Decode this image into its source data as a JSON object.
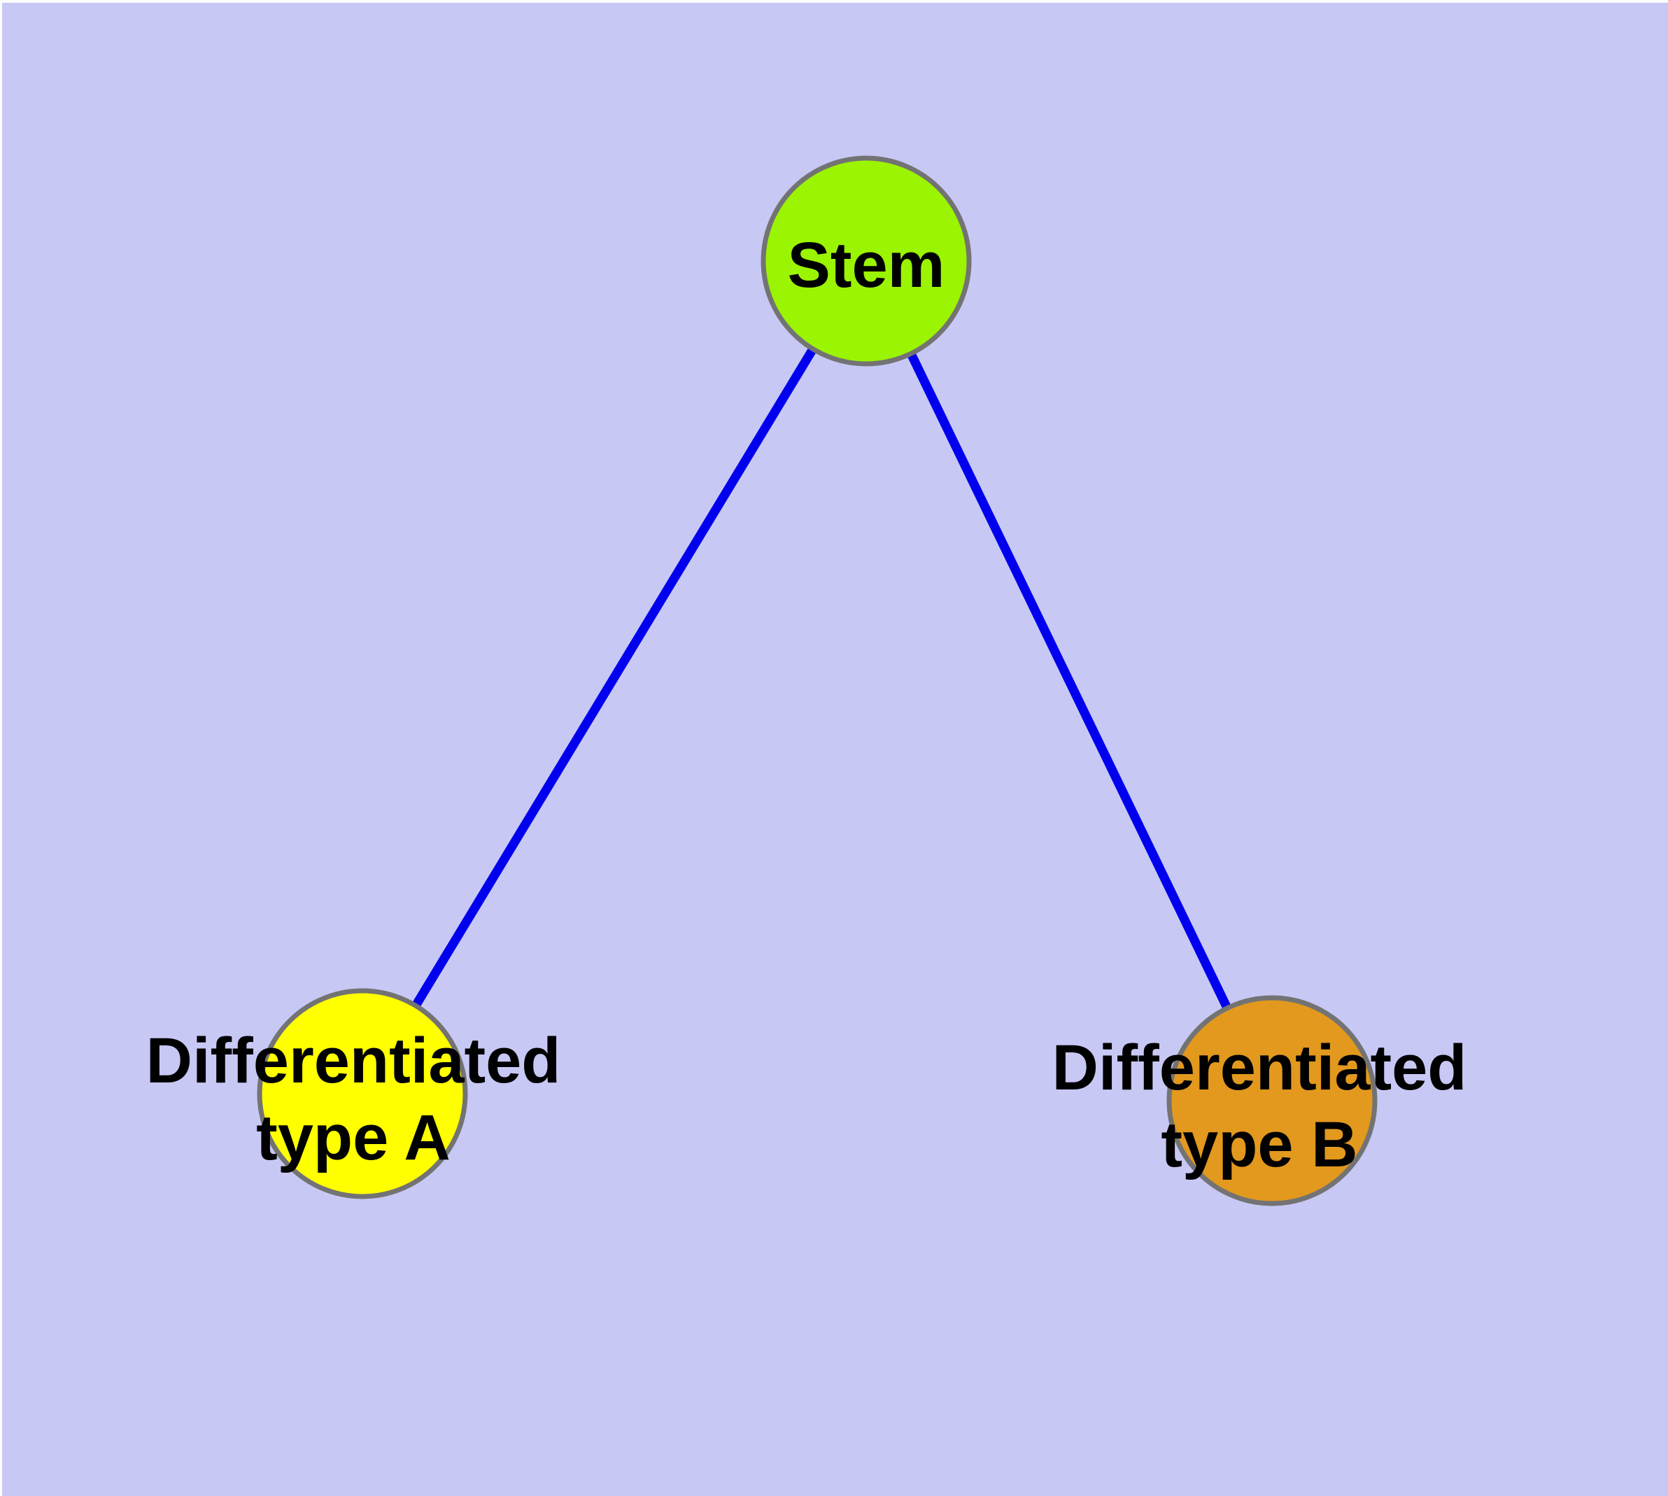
{
  "diagram": {
    "background_color": "#C8C8F5",
    "margin_color": "#FCFCFF",
    "edge_color": "#0000EE",
    "node_border_color": "#737373",
    "label_color": "#000000",
    "nodes": {
      "stem": {
        "label": "Stem",
        "fill": "#9BF402"
      },
      "type_a": {
        "label_line1": "Differentiated",
        "label_line2": "type A",
        "fill": "#FFFF00"
      },
      "type_b": {
        "label_line1": "Differentiated",
        "label_line2": "type B",
        "fill": "#E2991E"
      }
    },
    "edges": [
      {
        "from": "Stem",
        "to": "Differentiated type A"
      },
      {
        "from": "Stem",
        "to": "Differentiated type B"
      }
    ]
  }
}
